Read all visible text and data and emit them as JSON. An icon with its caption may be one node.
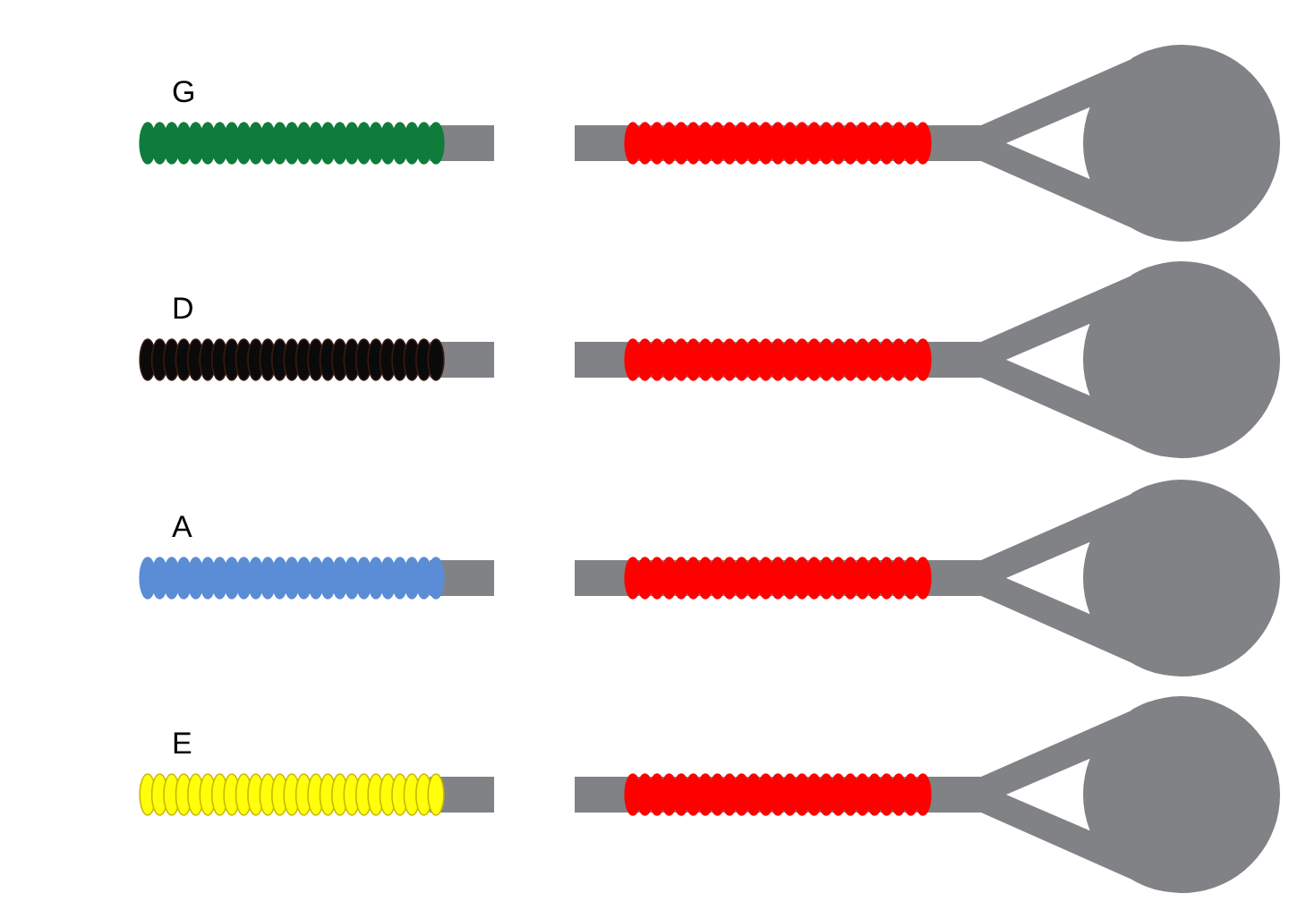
{
  "diagram": {
    "labels": [
      "G",
      "D",
      "A",
      "E"
    ]
  }
}
